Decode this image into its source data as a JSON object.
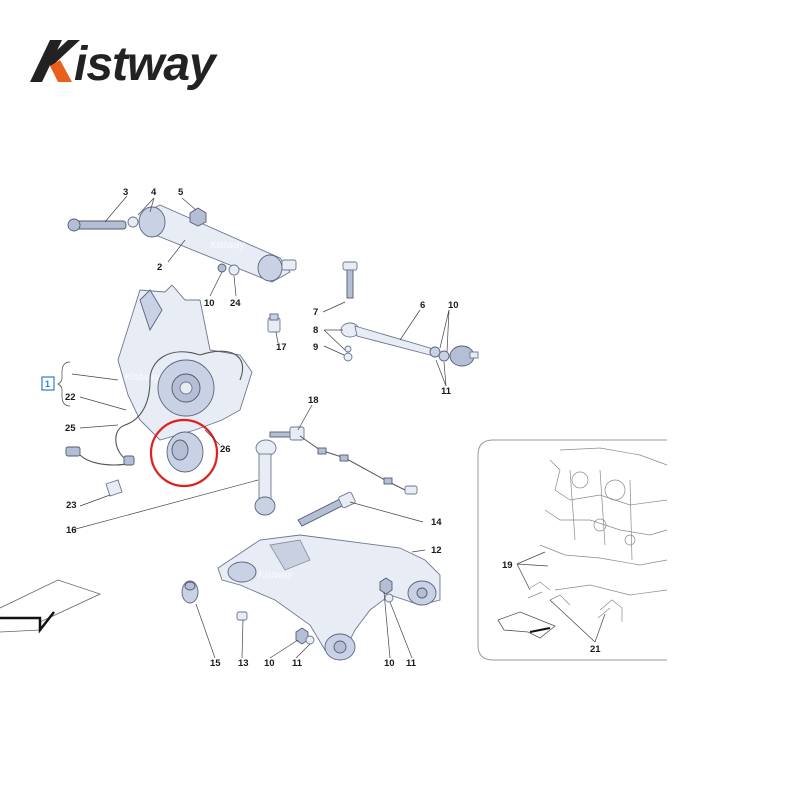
{
  "brand": {
    "logo_text": "Kistway",
    "accent_color": "#e8601c",
    "text_color": "#222222"
  },
  "watermark": "Kistway",
  "group_marker": "1",
  "highlight": {
    "color": "#e02020",
    "target_part": "26"
  },
  "callouts": {
    "c3": "3",
    "c4": "4",
    "c5": "5",
    "c2": "2",
    "c10a": "10",
    "c24": "24",
    "c7": "7",
    "c8": "8",
    "c9": "9",
    "c6": "6",
    "c10b": "10",
    "c11a": "11",
    "c17": "17",
    "c22": "22",
    "c25": "25",
    "c26": "26",
    "c18": "18",
    "c23": "23",
    "c16": "16",
    "c14": "14",
    "c12": "12",
    "c15": "15",
    "c13": "13",
    "c10c": "10",
    "c11b": "11",
    "c10d": "10",
    "c11c": "11",
    "c19": "19",
    "c21": "21"
  }
}
